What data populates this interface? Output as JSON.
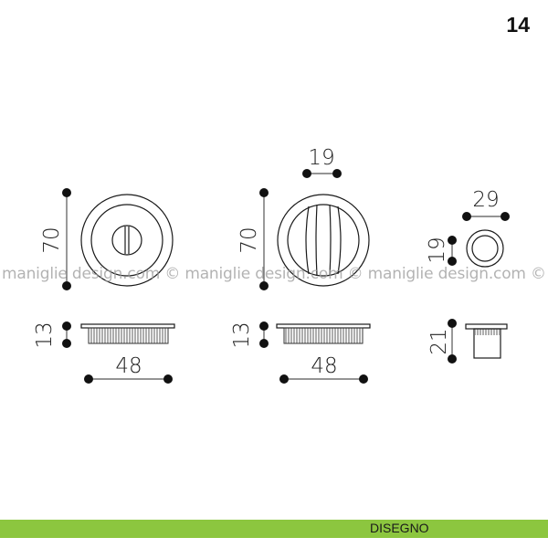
{
  "page_number": "14",
  "footer_label": "DISEGNO",
  "accent_color": "#8cc63f",
  "watermark": "maniglie design.com © maniglie design.com © maniglie design.com ©",
  "dimensions": {
    "left_round_height": "70",
    "left_thickness": "13",
    "left_width": "48",
    "mid_round_height": "70",
    "mid_grip_width": "19",
    "mid_thickness": "13",
    "mid_width": "48",
    "knob_diameter": "29",
    "knob_inner": "19",
    "knob_depth": "21"
  }
}
